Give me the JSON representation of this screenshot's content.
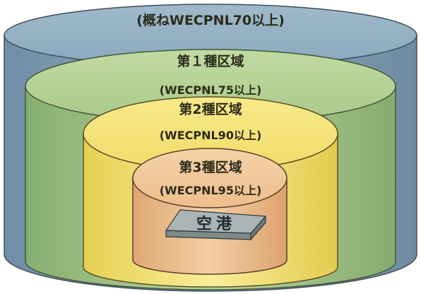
{
  "zones": [
    {
      "id": "outer",
      "name": "",
      "note": "(概ねWECPNL70以上)",
      "color": "#7f9fb3"
    },
    {
      "id": "zone1",
      "name": "第１種区域",
      "note": "(WECPNL75以上)",
      "color": "#a9c98a"
    },
    {
      "id": "zone2",
      "name": "第2種区域",
      "note": "(WECPNL90以上)",
      "color": "#f1e07a"
    },
    {
      "id": "zone3",
      "name": "第3種区域",
      "note": "(WECPNL95以上)",
      "color": "#eec08f"
    }
  ],
  "airport": {
    "label": "空港",
    "color": "#a9b4b4"
  }
}
